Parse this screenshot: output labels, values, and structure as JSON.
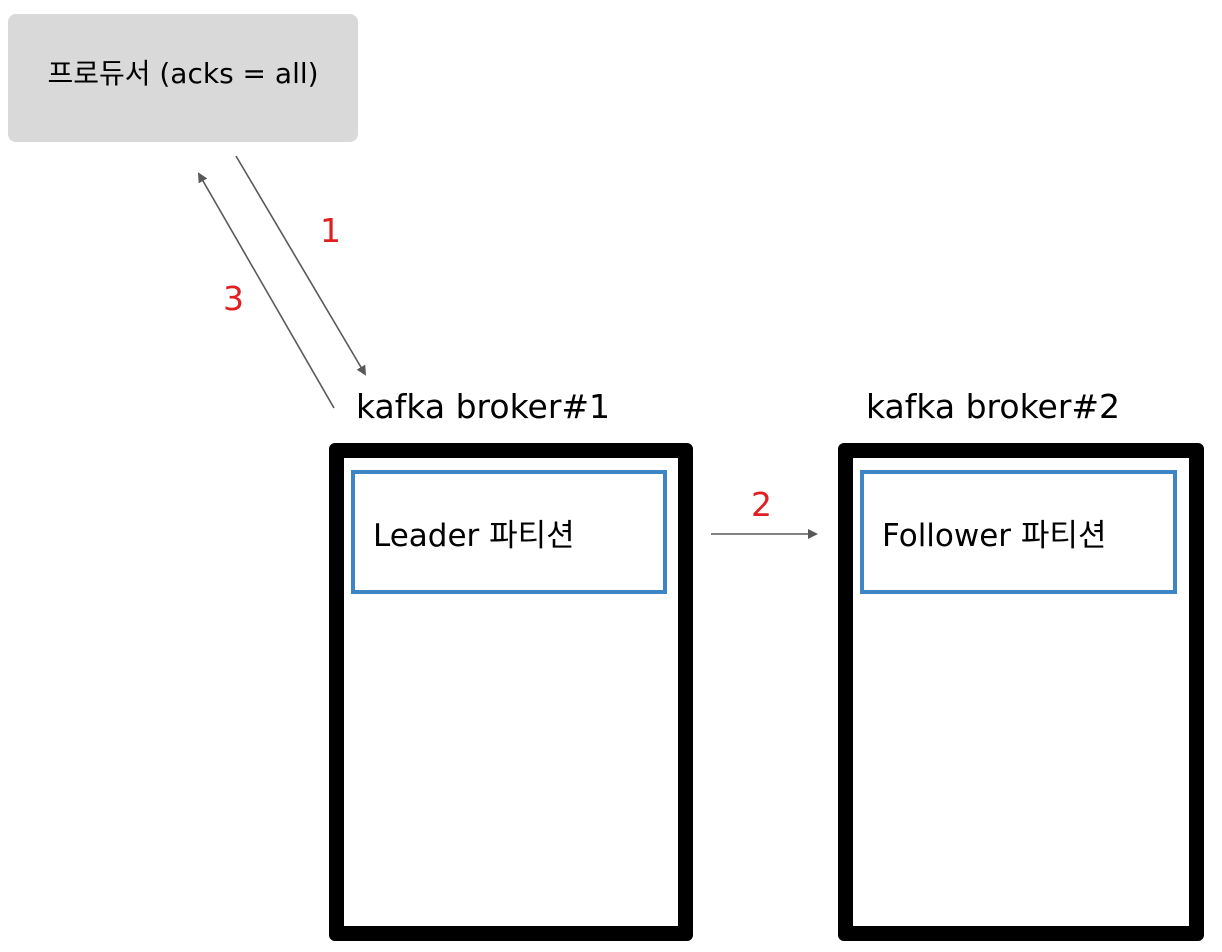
{
  "producer": {
    "label": "프로듀서 (acks = all)",
    "fill_color": "#d9d9d9"
  },
  "brokers": [
    {
      "title": "kafka broker#1",
      "partition_label": "Leader 파티션"
    },
    {
      "title": "kafka broker#2",
      "partition_label": "Follower 파티션"
    }
  ],
  "steps": [
    {
      "number": "1",
      "description": ""
    },
    {
      "number": "2",
      "description": ""
    },
    {
      "number": "3",
      "description": ""
    }
  ],
  "colors": {
    "broker_border": "#000000",
    "partition_border": "#3d85c6",
    "step_number": "#e02020",
    "arrow": "#595959"
  }
}
